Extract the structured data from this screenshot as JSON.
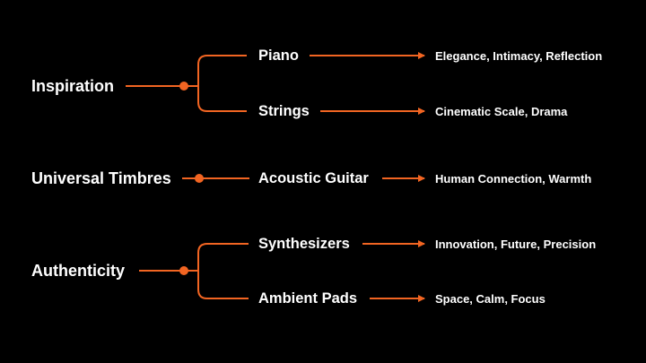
{
  "colors": {
    "background": "#000000",
    "text": "#ffffff",
    "accent": "#f26522"
  },
  "groups": [
    {
      "label": "Inspiration",
      "branches": [
        {
          "label": "Piano",
          "result": "Elegance, Intimacy, Reflection"
        },
        {
          "label": "Strings",
          "result": "Cinematic Scale, Drama"
        }
      ]
    },
    {
      "label": "Universal Timbres",
      "branches": [
        {
          "label": "Acoustic Guitar",
          "result": "Human Connection, Warmth"
        }
      ]
    },
    {
      "label": "Authenticity",
      "branches": [
        {
          "label": "Synthesizers",
          "result": "Innovation, Future, Precision"
        },
        {
          "label": "Ambient Pads",
          "result": "Space, Calm, Focus"
        }
      ]
    }
  ]
}
